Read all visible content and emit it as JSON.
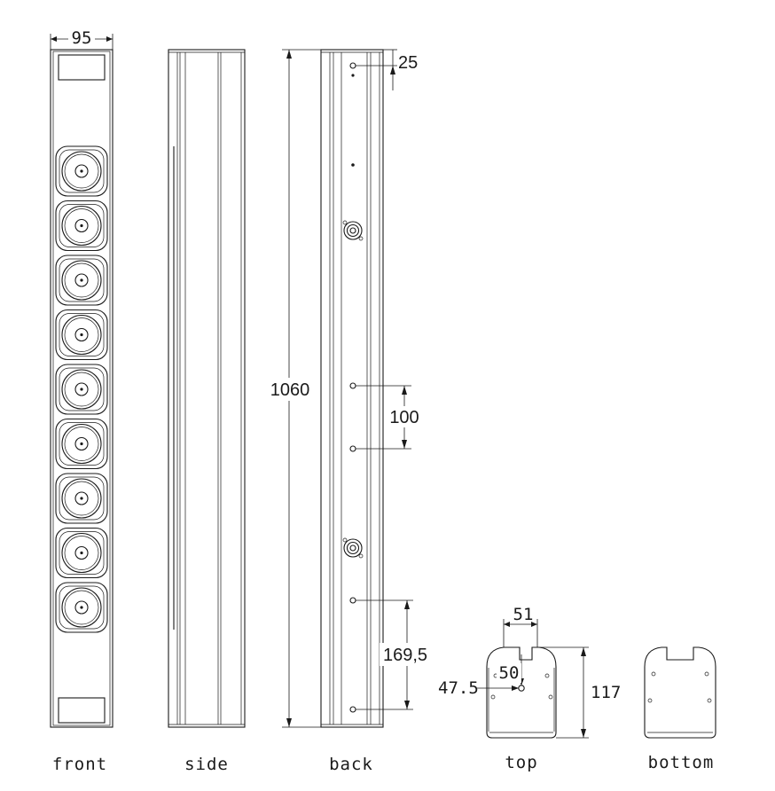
{
  "views": {
    "front": "front",
    "side": "side",
    "back": "back",
    "top": "top",
    "bottom": "bottom"
  },
  "dimensions": {
    "width": "95",
    "top_offset": "25",
    "height": "1060",
    "hole_spacing": "100",
    "bottom_offset": "169,5",
    "top_slot_width": "51",
    "top_hole_offset_y": "50",
    "top_hole_offset_x": "47.5",
    "depth": "117"
  },
  "front_driver_count": 9
}
